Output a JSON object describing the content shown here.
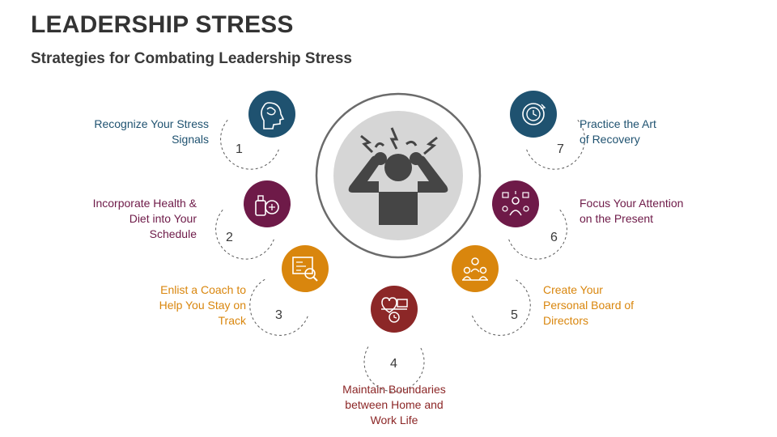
{
  "title": "LEADERSHIP STRESS",
  "subtitle": "Strategies for Combating Leadership Stress",
  "colors": {
    "blue": "#1f5270",
    "maroon": "#6e1a48",
    "orange": "#d9860d",
    "red": "#8c2727",
    "text_dark": "#333333"
  },
  "center_icon": "stressed-person-icon",
  "steps": [
    {
      "number": "1",
      "label_lines": [
        "Recognize Your Stress",
        "Signals"
      ],
      "icon": "head-brain-icon",
      "color": "#1f5270"
    },
    {
      "number": "2",
      "label_lines": [
        "Incorporate Health &",
        "Diet into Your",
        "Schedule"
      ],
      "icon": "healthy-food-icon",
      "color": "#6e1a48"
    },
    {
      "number": "3",
      "label_lines": [
        "Enlist a Coach to",
        "Help You Stay on",
        "Track"
      ],
      "icon": "coach-board-icon",
      "color": "#d9860d"
    },
    {
      "number": "4",
      "label_lines": [
        "Maintain Boundaries",
        "between Home and",
        "Work Life"
      ],
      "icon": "work-life-balance-icon",
      "color": "#8c2727"
    },
    {
      "number": "5",
      "label_lines": [
        "Create Your",
        "Personal Board of",
        "Directors"
      ],
      "icon": "board-team-icon",
      "color": "#d9860d"
    },
    {
      "number": "6",
      "label_lines": [
        "Focus Your Attention",
        "on the Present"
      ],
      "icon": "focus-person-icon",
      "color": "#6e1a48"
    },
    {
      "number": "7",
      "label_lines": [
        "Practice the Art",
        "of Recovery"
      ],
      "icon": "recovery-clock-icon",
      "color": "#1f5270"
    }
  ]
}
